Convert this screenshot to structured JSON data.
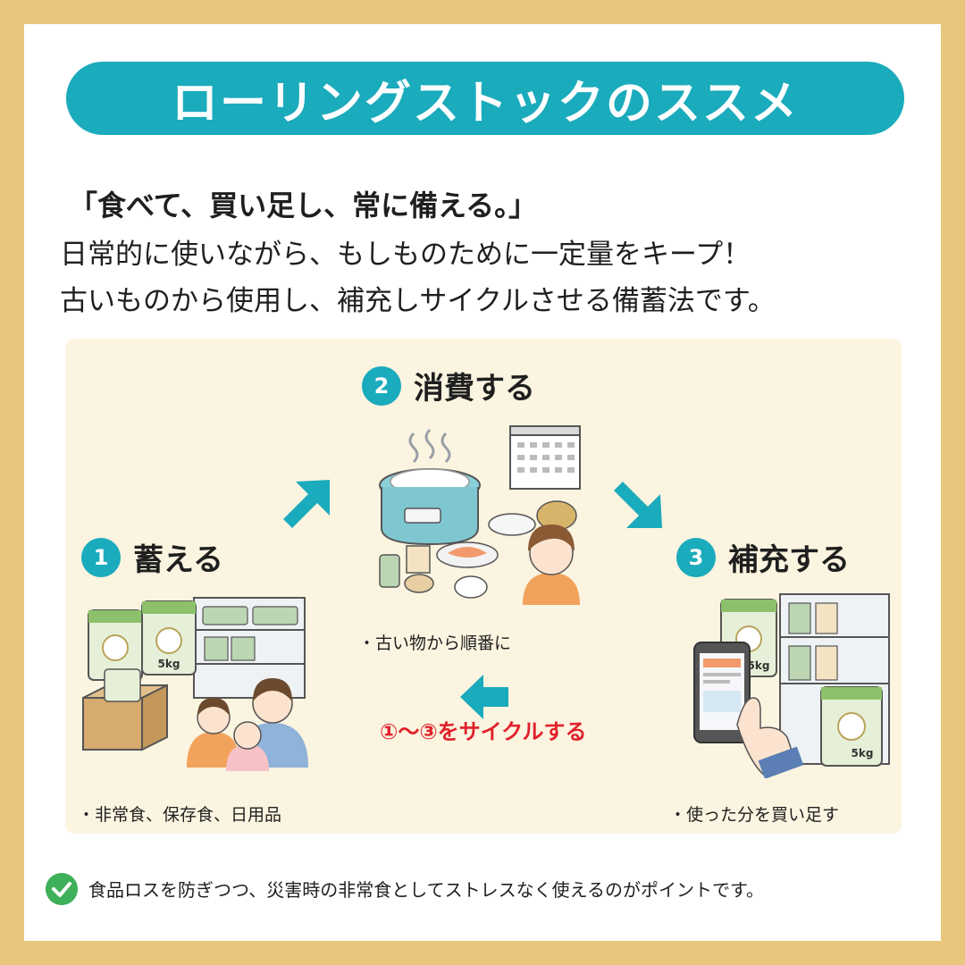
{
  "title": "ローリングストックのススメ",
  "slogan": "「食べて、買い足し、常に備える。」",
  "description": [
    "日常的に使いながら、もしものために一定量をキープ！",
    "古いものから使用し、補充しサイクルさせる備蓄法です。"
  ],
  "steps": [
    {
      "number": "1",
      "label": "蓄える",
      "note": "・非常食、保存食、日用品"
    },
    {
      "number": "2",
      "label": "消費する",
      "note": "・古い物から順番に"
    },
    {
      "number": "3",
      "label": "補充する",
      "note": "・使った分を買い足す"
    }
  ],
  "cycle_text": "①〜③をサイクルする",
  "bag_label": "5kg",
  "point": "食品ロスを防ぎつつ、災害時の非常食としてストレスなく使えるのがポイントです。",
  "colors": {
    "border": "#e8c77c",
    "accent": "#1aabbc",
    "panel": "#fbf4e0",
    "cycle_text": "#e0212a",
    "check": "#3fb05a"
  },
  "icons": [
    "check-icon",
    "arrow-up-right-icon",
    "arrow-down-right-icon",
    "arrow-left-icon",
    "rice-cooker-icon",
    "calendar-icon",
    "rice-bag-icon",
    "cardboard-box-icon",
    "shelf-icon",
    "smartphone-icon",
    "family-icon"
  ]
}
